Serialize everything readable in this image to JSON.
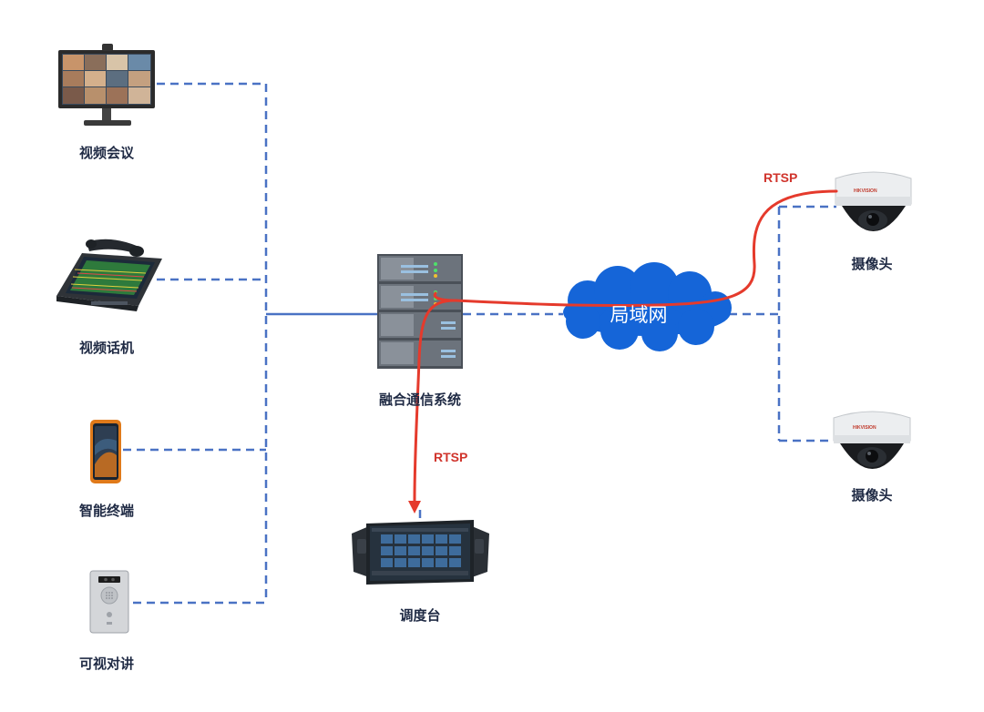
{
  "nodes": {
    "video_conference": "视频会议",
    "video_phone": "视频话机",
    "smart_terminal": "智能终端",
    "video_intercom": "可视对讲",
    "server": "融合通信系统",
    "console": "调度台",
    "camera_1": "摄像头",
    "camera_2": "摄像头",
    "network": "局域网"
  },
  "links": {
    "rtsp_camera": "RTSP",
    "rtsp_console": "RTSP"
  },
  "camera_brand": "HIKVISION",
  "colors": {
    "dashed_line": "#4a72c4",
    "rtsp_line": "#e53a2c",
    "cloud": "#1565d8",
    "label": "#1f2a44"
  }
}
